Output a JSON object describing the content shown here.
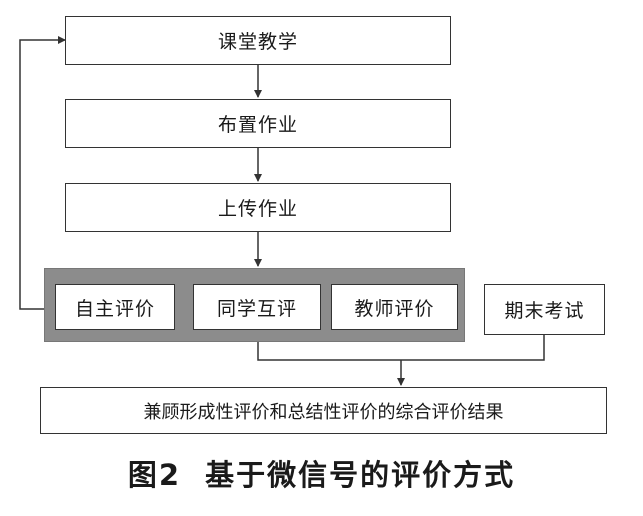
{
  "steps": {
    "classroom": "课堂教学",
    "assign": "布置作业",
    "upload": "上传作业"
  },
  "evaluation_group": {
    "self": "自主评价",
    "peer": "同学互评",
    "teacher": "教师评价"
  },
  "final_exam": "期末考试",
  "result": "兼顾形成性评价和总结性评价的综合评价结果",
  "caption": "图2  基于微信号的评价方式"
}
